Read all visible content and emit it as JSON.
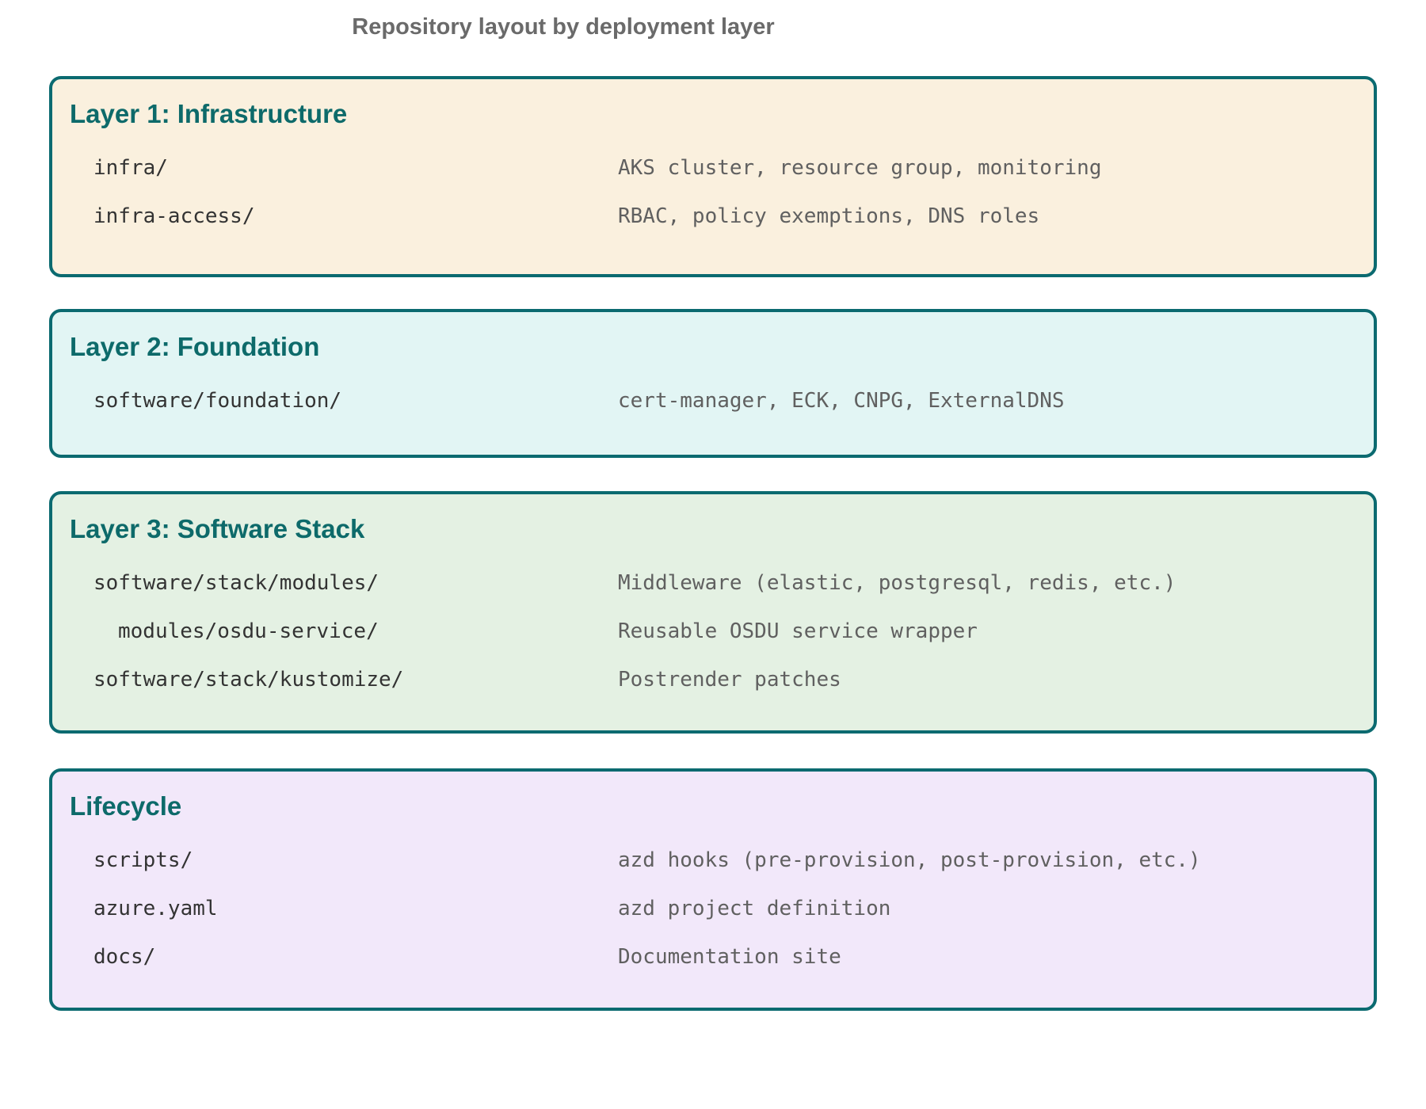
{
  "title": "Repository layout by deployment layer",
  "colors": {
    "background": "#ffffff",
    "border_teal": "#0b6a70",
    "heading_teal": "#0d6a6a",
    "title_gray": "#6a6a6a",
    "path_text": "#333333",
    "description_text": "#606060",
    "layer1_fill": "#faf0de",
    "layer2_fill": "#e2f5f4",
    "layer3_fill": "#e4f1e3",
    "layer4_fill": "#f2e8fa"
  },
  "layers": [
    {
      "title": "Layer 1: Infrastructure",
      "rows": [
        {
          "path": "infra/",
          "desc": "AKS cluster, resource group, monitoring"
        },
        {
          "path": "infra-access/",
          "desc": "RBAC, policy exemptions, DNS roles"
        }
      ]
    },
    {
      "title": "Layer 2: Foundation",
      "rows": [
        {
          "path": "software/foundation/",
          "desc": "cert-manager, ECK, CNPG, ExternalDNS"
        }
      ]
    },
    {
      "title": "Layer 3: Software Stack",
      "rows": [
        {
          "path": "software/stack/modules/",
          "desc": "Middleware (elastic, postgresql, redis, etc.)"
        },
        {
          "path": "modules/osdu-service/",
          "desc": "Reusable OSDU service wrapper"
        },
        {
          "path": "software/stack/kustomize/",
          "desc": "Postrender patches"
        }
      ]
    },
    {
      "title": "Lifecycle",
      "rows": [
        {
          "path": "scripts/",
          "desc": "azd hooks (pre-provision, post-provision, etc.)"
        },
        {
          "path": "azure.yaml",
          "desc": "azd project definition"
        },
        {
          "path": "docs/",
          "desc": "Documentation site"
        }
      ]
    }
  ]
}
